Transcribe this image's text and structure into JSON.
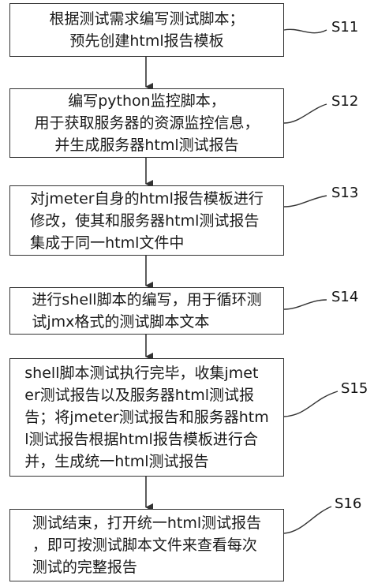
{
  "steps": [
    {
      "id": "S11",
      "text": "根据测试需求编写测试脚本；\n预先创建html报告模板"
    },
    {
      "id": "S12",
      "text": "编写python监控脚本，\n用于获取服务器的资源监控信息，\n并生成服务器html测试报告"
    },
    {
      "id": "S13",
      "text": "对jmeter自身的html报告模板进行\n修改，使其和服务器html测试报告\n集成于同一html文件中"
    },
    {
      "id": "S14",
      "text": "进行shell脚本的编写，用于循环测\n试jmx格式的测试脚本文本"
    },
    {
      "id": "S15",
      "text": "shell脚本测试执行完毕，收集jmet\ner测试报告以及服务器html测试报\n告；将jmeter测试报告和服务器htm\nl测试报告根据html报告模板进行合\n并，生成统一html测试报告"
    },
    {
      "id": "S16",
      "text": "测试结束，打开统一html测试报告\n，即可按测试脚本文件来查看每次\n测试的完整报告"
    }
  ]
}
